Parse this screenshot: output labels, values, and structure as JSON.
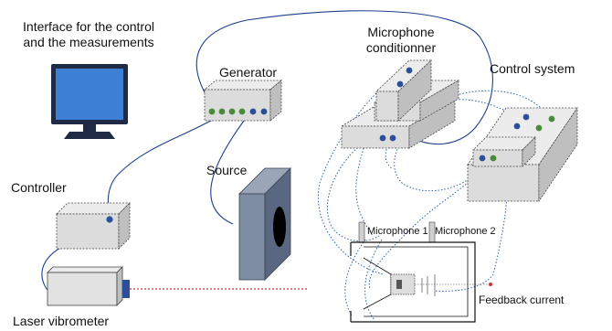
{
  "labels": {
    "interface_line1": "Interface for the control",
    "interface_line2": "and the measurements",
    "generator": "Generator",
    "microphone_line1": "Microphone",
    "microphone_line2": "conditionner",
    "control_system": "Control system",
    "controller": "Controller",
    "source": "Source",
    "laser_vibrometer": "Laser vibrometer",
    "microphone1": "Microphone 1",
    "microphone2": "Microphone 2",
    "feedback_current": "Feedback current"
  },
  "colors": {
    "monitor_screen": "#3d7fd4",
    "monitor_frame": "#1f2a44",
    "box_top": "#ececec",
    "box_front": "#dcdcdc",
    "box_side": "#bfbfbf",
    "source_front": "#7f8da3",
    "source_side": "#5a6780",
    "cable_blue": "#1e3f8c",
    "signal_dotted": "#2b5fb5",
    "laser_beam": "#d0312d",
    "jack_blue": "#2c4f9a",
    "jack_green": "#4b8a3a"
  }
}
